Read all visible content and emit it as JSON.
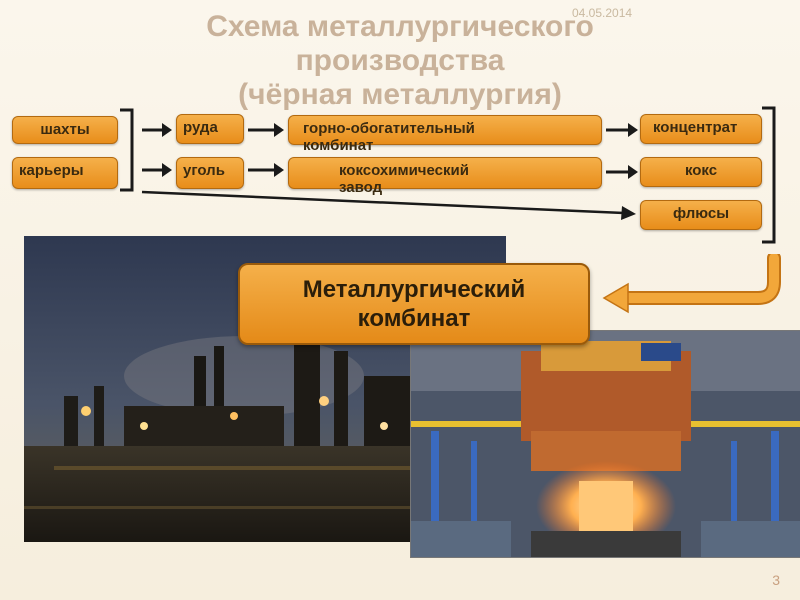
{
  "header": {
    "date": "04.05.2014",
    "title_line1": "Схема металлургического",
    "title_line2": "производства",
    "title_line3": "(чёрная металлургия)"
  },
  "sources": {
    "mines": "шахты",
    "quarries": "карьеры"
  },
  "materials": {
    "ore": "руда",
    "coal": "уголь"
  },
  "plants": {
    "mining": "горно-обогатительный комбинат",
    "coke": "коксохимический завод"
  },
  "products": {
    "concentrate": "концентрат",
    "coke": "кокс",
    "fluxes": "флюсы"
  },
  "result": {
    "line1": "Металлургический",
    "line2": "комбинат"
  },
  "page_number": "3",
  "colors": {
    "box_fill": "#f0a030",
    "title": "#c9b29a",
    "arrow": "#1a1a1a",
    "bracket": "#1a1a1a",
    "return_arrow": "#f2a73a"
  }
}
